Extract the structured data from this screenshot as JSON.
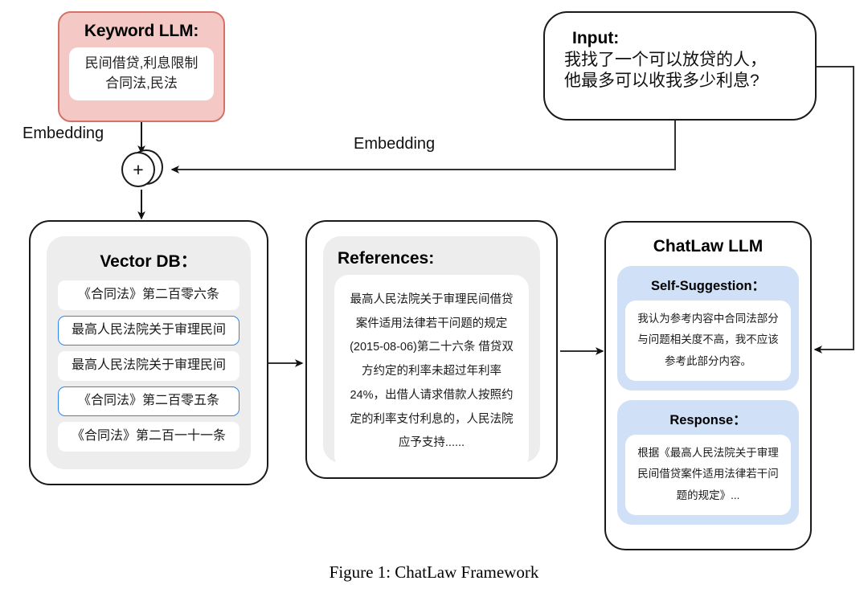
{
  "figure": {
    "caption": "Figure 1: ChatLaw Framework"
  },
  "keyword_llm": {
    "title": "Keyword LLM:",
    "keywords": "民间借贷,利息限制\n合同法,民法"
  },
  "input": {
    "title": "Input:",
    "question": "我找了一个可以放贷的人，\n他最多可以收我多少利息?"
  },
  "labels": {
    "embedding_left": "Embedding",
    "embedding_right": "Embedding",
    "plus": "+"
  },
  "vector_db": {
    "title": "Vector DB：",
    "rows": [
      {
        "text": "《合同法》第二百零六条",
        "selected": false
      },
      {
        "text": "最高人民法院关于审理民间",
        "selected": true
      },
      {
        "text": "最高人民法院关于审理民间",
        "selected": false
      },
      {
        "text": "《合同法》第二百零五条",
        "selected": true
      },
      {
        "text": "《合同法》第二百一十一条",
        "selected": false
      }
    ]
  },
  "references": {
    "title": "References:",
    "body": "最高人民法院关于审理民间借贷案件适用法律若干问题的规定(2015-08-06)第二十六条 借贷双方约定的利率未超过年利率24%，出借人请求借款人按照约定的利率支付利息的，人民法院应予支持......"
  },
  "chatlaw": {
    "title": "ChatLaw LLM",
    "self_suggestion": {
      "title": "Self-Suggestion：",
      "body": "我认为参考内容中合同法部分与问题相关度不高，我不应该参考此部分内容。"
    },
    "response": {
      "title": "Response：",
      "body": "根据《最高人民法院关于审理民间借贷案件适用法律若干问题的规定》..."
    }
  },
  "colors": {
    "keyword_fill": "#f4c9c5",
    "keyword_border": "#d4726a",
    "panel_gray": "#ededed",
    "panel_blue": "#cfe0f7",
    "select_blue": "#2b86f0",
    "stroke": "#1a1a1a"
  }
}
